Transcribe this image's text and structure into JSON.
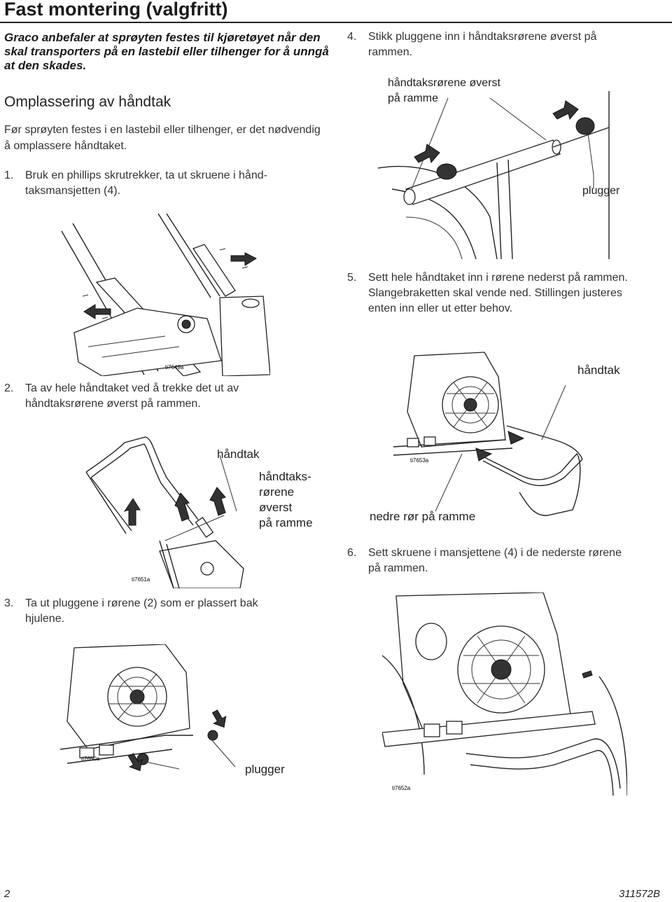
{
  "header": {
    "title": "Fast montering (valgfritt)",
    "lead": "Graco anbefaler at sprøyten festes til kjøretøyet når den skal transporters på en lastebil eller tilhenger for å unngå at den skades."
  },
  "section": {
    "heading": "Omplassering av håndtak",
    "intro": "Før sprøyten festes i en lastebil eller tilhenger, er det nødvendig å omplassere håndtaket."
  },
  "steps": [
    {
      "num": "1.",
      "text": "Bruk en phillips skrutrekker, ta ut skruene i hånd-",
      "text2": "taksmansjetten (4)."
    },
    {
      "num": "2.",
      "text": "Ta av hele håndtaket ved å trekke det ut av",
      "text2": "håndtaksrørene øverst på rammen."
    },
    {
      "num": "3.",
      "text": "Ta ut pluggene i rørene (2) som er plassert bak",
      "text2": "hjulene."
    },
    {
      "num": "4.",
      "text": "Stikk pluggene inn i håndtaksrørene øverst på",
      "text2": "rammen."
    },
    {
      "num": "5.",
      "text": "Sett hele håndtaket inn i rørene nederst på rammen.",
      "text2": "Slangebraketten skal vende ned. Stillingen justeres",
      "text3": "enten inn eller ut etter behov."
    },
    {
      "num": "6.",
      "text": "Sett skruene i mansjettene (4) i de nederste rørene",
      "text2": "på rammen."
    }
  ],
  "figures": {
    "fig1": {
      "id": "ti7649a"
    },
    "fig2": {
      "id": "ti7651a",
      "label_handle": "håndtak",
      "label_tubes_l1": "håndtaks-",
      "label_tubes_l2": "rørene",
      "label_tubes_l3": "øverst",
      "label_tubes_l4": "på ramme"
    },
    "fig3": {
      "id": "ti7650a",
      "label_plugs": "plugger"
    },
    "fig4": {
      "label_tubes_l1": "håndtaksrørene øverst",
      "label_tubes_l2": "på ramme",
      "label_plugs": "plugger"
    },
    "fig5": {
      "id": "ti7653a",
      "label_handle": "håndtak",
      "label_lower": "nedre rør på ramme"
    },
    "fig6": {
      "id": "ti7652a"
    }
  },
  "footer": {
    "page": "2",
    "doc": "311572B"
  }
}
